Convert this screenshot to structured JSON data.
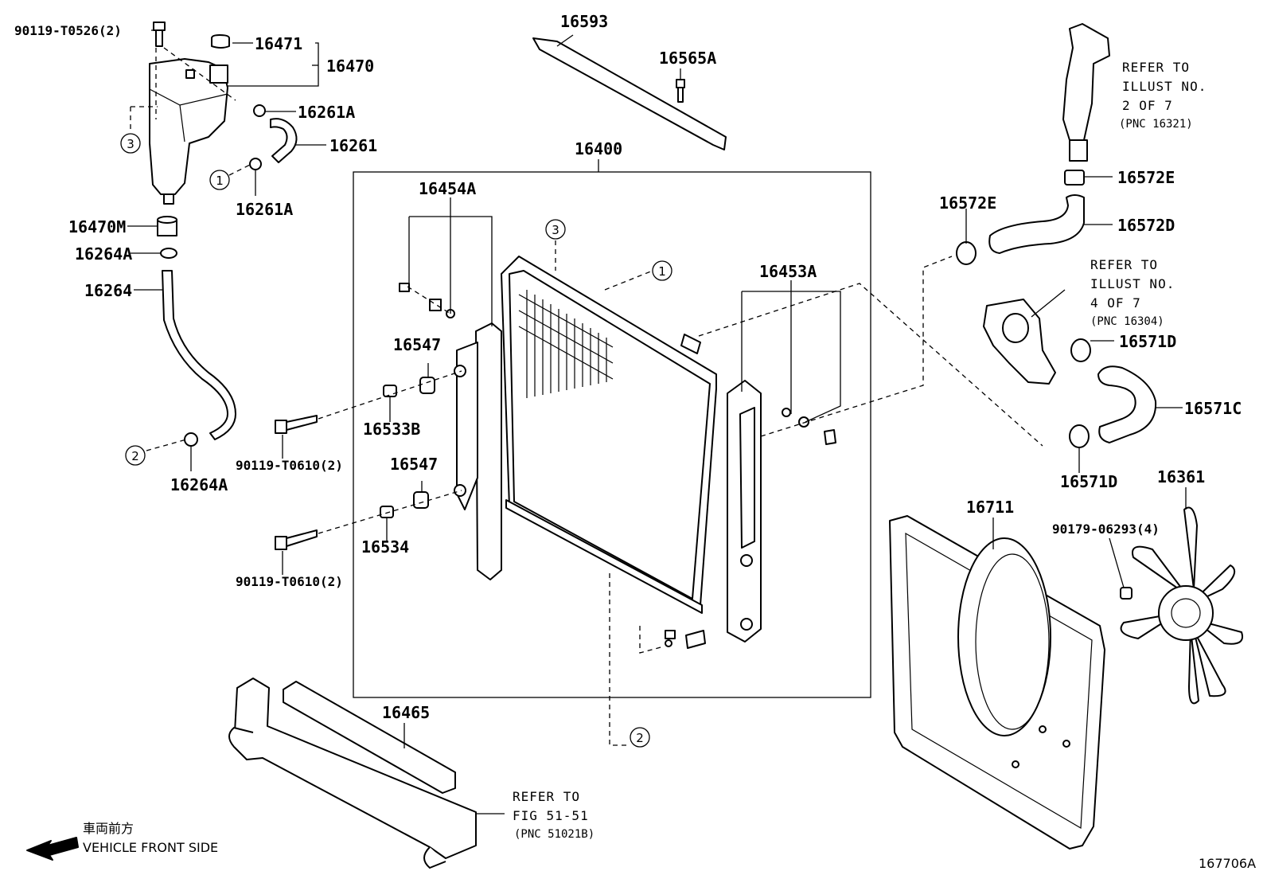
{
  "labels": {
    "p90119_t0526": "90119-T0526(2)",
    "p16471": "16471",
    "p16470": "16470",
    "p16261a_top": "16261A",
    "p16261": "16261",
    "p16261a_bot": "16261A",
    "p16470m": "16470M",
    "p16264a_top": "16264A",
    "p16264": "16264",
    "p16264a_bot": "16264A",
    "p16593": "16593",
    "p16565a": "16565A",
    "p16400": "16400",
    "p16454a": "16454A",
    "p16453a": "16453A",
    "p16547_top": "16547",
    "p16533b": "16533B",
    "p16547_bot": "16547",
    "p16534": "16534",
    "p90119_t0610_top": "90119-T0610(2)",
    "p90119_t0610_bot": "90119-T0610(2)",
    "p16465": "16465",
    "p16572e_top": "16572E",
    "p16572e_left": "16572E",
    "p16572d": "16572D",
    "p16571d_top": "16571D",
    "p16571c": "16571C",
    "p16571d_bot": "16571D",
    "p16711": "16711",
    "p16361": "16361",
    "p90179_06293": "90179-06293(4)",
    "fig_id": "167706A"
  },
  "callouts": {
    "c3_left": "3",
    "c1_left": "1",
    "c2_left": "2",
    "c3_rad": "3",
    "c1_rad": "1",
    "c2_bottom": "2"
  },
  "refs": {
    "ref1": {
      "l1": "REFER TO",
      "l2": "ILLUST NO.",
      "l3": "2 OF 7",
      "l4": "(PNC 16321)"
    },
    "ref2": {
      "l1": "REFER TO",
      "l2": "ILLUST NO.",
      "l3": "4 OF 7",
      "l4": "(PNC 16304)"
    },
    "ref3": {
      "l1": "REFER TO",
      "l2": "FIG 51-51",
      "l3": "(PNC 51021B)"
    }
  },
  "direction": {
    "jp": "車両前方",
    "en": "VEHICLE FRONT SIDE"
  }
}
